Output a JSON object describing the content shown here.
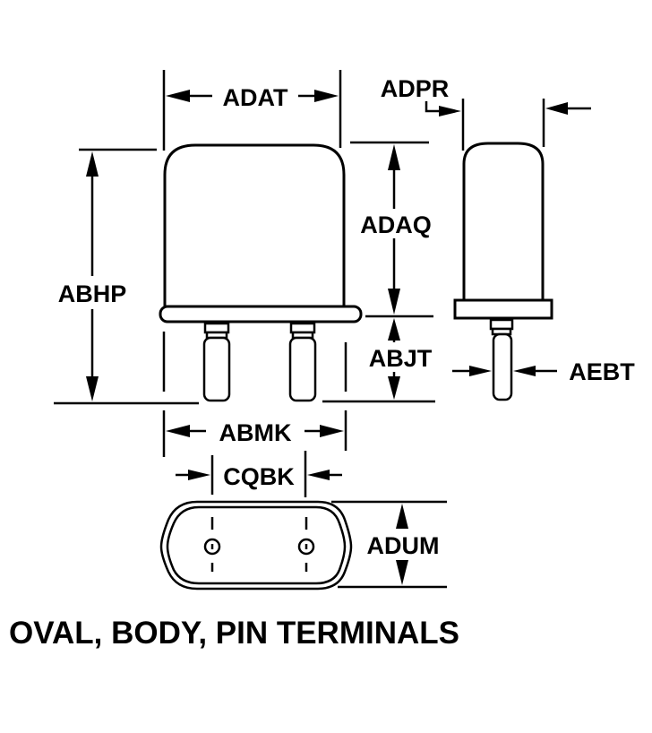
{
  "title": "OVAL, BODY, PIN TERMINALS",
  "dimensions": {
    "overall_width": "ADAT",
    "side_width": "ADPR",
    "body_height": "ADAQ",
    "overall_height": "ABHP",
    "pin_length": "ABJT",
    "pin_diameter": "AEBT",
    "pin_outer_span": "ABMK",
    "pin_spacing": "CQBK",
    "oval_depth": "ADUM"
  },
  "views": [
    "front-view",
    "side-view",
    "bottom-view"
  ]
}
